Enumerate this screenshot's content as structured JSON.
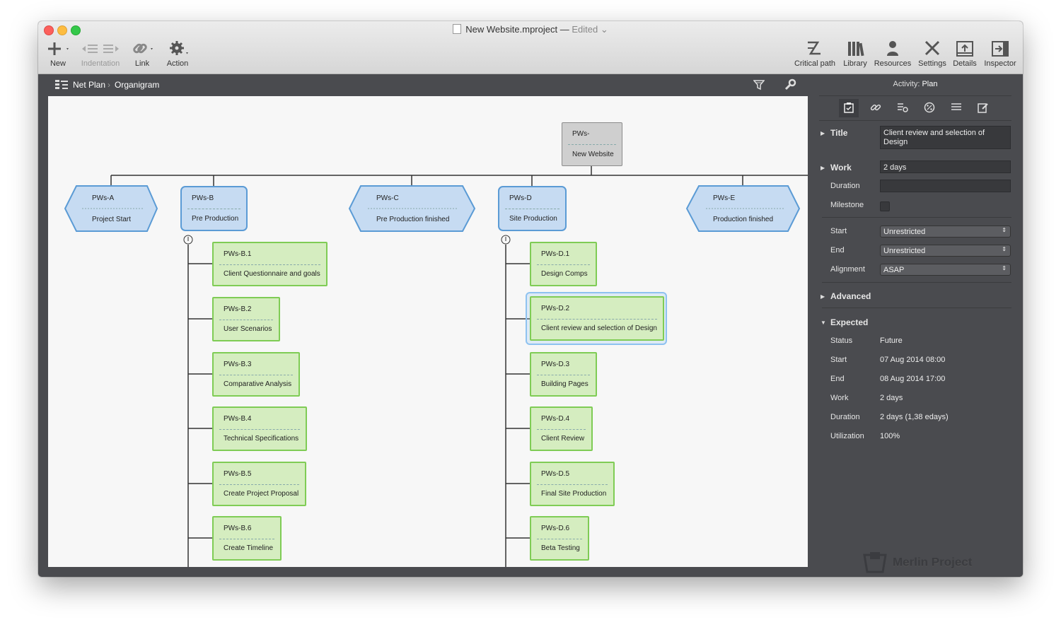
{
  "window": {
    "title": "New Website.mproject",
    "separator": "—",
    "status": "Edited ⌄"
  },
  "toolbar": {
    "left": [
      {
        "label": "New",
        "icon": "plus-icon",
        "enabled": true
      },
      {
        "label": "Indentation",
        "icon": "indentation-icon",
        "enabled": false
      },
      {
        "label": "Link",
        "icon": "link-icon",
        "enabled": true
      },
      {
        "label": "Action",
        "icon": "gear-icon",
        "enabled": true
      }
    ],
    "right": [
      {
        "label": "Critical path",
        "icon": "critical-path-icon"
      },
      {
        "label": "Library",
        "icon": "library-icon"
      },
      {
        "label": "Resources",
        "icon": "resources-icon"
      },
      {
        "label": "Settings",
        "icon": "settings-icon"
      },
      {
        "label": "Details",
        "icon": "details-icon"
      },
      {
        "label": "Inspector",
        "icon": "inspector-icon"
      }
    ]
  },
  "breadcrumb": {
    "items": [
      "Net Plan",
      "Organigram"
    ]
  },
  "organigram": {
    "root": {
      "id": "PWs-",
      "name": "New Website"
    },
    "top_level": [
      {
        "id": "PWs-A",
        "name": "Project Start",
        "shape": "hexagon"
      },
      {
        "id": "PWs-B",
        "name": "Pre Production",
        "shape": "rect"
      },
      {
        "id": "PWs-C",
        "name": "Pre Production finished",
        "shape": "hexagon"
      },
      {
        "id": "PWs-D",
        "name": "Site Production",
        "shape": "rect"
      },
      {
        "id": "PWs-E",
        "name": "Production finished",
        "shape": "hexagon"
      }
    ],
    "branch_b": [
      {
        "id": "PWs-B.1",
        "name": "Client Questionnaire and goals"
      },
      {
        "id": "PWs-B.2",
        "name": "User Scenarios"
      },
      {
        "id": "PWs-B.3",
        "name": "Comparative Analysis"
      },
      {
        "id": "PWs-B.4",
        "name": "Technical Specifications"
      },
      {
        "id": "PWs-B.5",
        "name": "Create Project Proposal"
      },
      {
        "id": "PWs-B.6",
        "name": "Create Timeline"
      }
    ],
    "branch_d": [
      {
        "id": "PWs-D.1",
        "name": "Design Comps"
      },
      {
        "id": "PWs-D.2",
        "name": "Client review and selection of Design",
        "selected": true
      },
      {
        "id": "PWs-D.3",
        "name": "Building Pages"
      },
      {
        "id": "PWs-D.4",
        "name": "Client Review"
      },
      {
        "id": "PWs-D.5",
        "name": "Final Site Production"
      },
      {
        "id": "PWs-D.6",
        "name": "Beta Testing"
      }
    ]
  },
  "inspector": {
    "header_prefix": "Activity:",
    "header_value": "Plan",
    "tabs": [
      "clipboard-check-icon",
      "link-icon",
      "resource-list-icon",
      "percent-icon",
      "list-icon",
      "edit-icon"
    ],
    "title_label": "Title",
    "title_value": "Client review and selection of Design",
    "work_label": "Work",
    "work_value": "2 days",
    "duration_label": "Duration",
    "duration_value": "",
    "milestone_label": "Milestone",
    "milestone_checked": false,
    "start_label": "Start",
    "start_value": "Unrestricted",
    "end_label": "End",
    "end_value": "Unrestricted",
    "alignment_label": "Alignment",
    "alignment_value": "ASAP",
    "advanced_label": "Advanced",
    "expected_label": "Expected",
    "expected": [
      {
        "label": "Status",
        "value": "Future"
      },
      {
        "label": "Start",
        "value": "07 Aug 2014 08:00"
      },
      {
        "label": "End",
        "value": "08 Aug 2014 17:00"
      },
      {
        "label": "Work",
        "value": "2 days"
      },
      {
        "label": "Duration",
        "value": "2 days (1,38 edays)"
      },
      {
        "label": "Utilization",
        "value": "100%"
      }
    ],
    "watermark": "Merlin Project"
  },
  "colors": {
    "task_fill": "#d5edc0",
    "task_border": "#7fcc55",
    "group_fill": "#c6dbf2",
    "group_border": "#5b9bd5",
    "root_fill": "#cfcfcf",
    "panel_bg": "#4a4b4f"
  }
}
